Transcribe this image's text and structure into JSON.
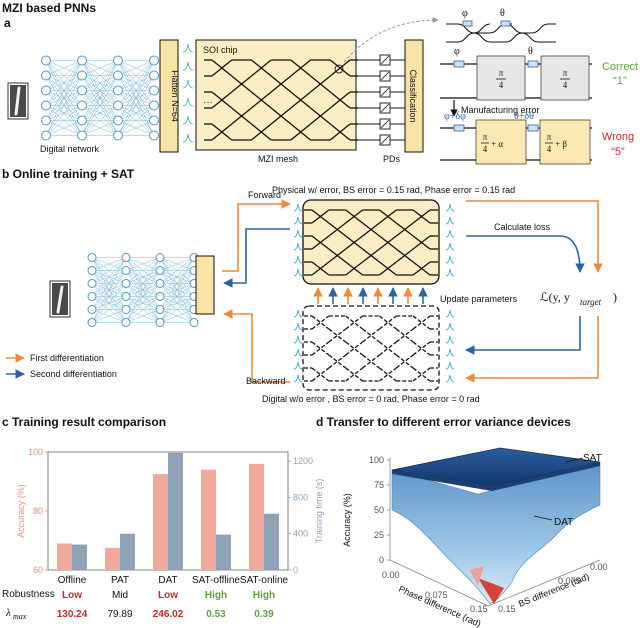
{
  "panel_titles": {
    "header": "MZI based PNNs",
    "a": "a",
    "b": "b Online training + SAT",
    "c": "c Training result comparison",
    "d": "d Transfer to different error variance devices"
  },
  "panel_a": {
    "digital_network": "Digital network",
    "flatten": "Flatten N=64",
    "soi_chip": "SOI chip",
    "mzi_mesh": "MZI mesh",
    "pds": "PDs",
    "classification": "Classification",
    "dots": "···",
    "phi": "φ",
    "theta": "θ",
    "phi_err": "φ+δφ",
    "theta_err": "θ+δθ",
    "pi4": "π",
    "four": "4",
    "alpha_term": "+ α",
    "beta_term": "+ β",
    "manufacturing_error": "Manufacturing error",
    "correct": "Correct",
    "correct_val": "“1”",
    "wrong": "Wrong",
    "wrong_val": "“5”"
  },
  "panel_b": {
    "physical": "Physical w/ error, BS error = 0.15 rad, Phase error = 0.15 rad",
    "digital": "Digital w/o error , BS error = 0 rad, Phase error = 0 rad",
    "forward": "Forward",
    "backward": "Backward",
    "calculate_loss": "Calculate loss",
    "update_parameters": "Update parameters",
    "loss": "ℒ(y, y",
    "loss_sub": "target",
    "loss_close": ")",
    "first_diff": "First differentiation",
    "second_diff": "Second differentiation"
  },
  "colors": {
    "accuracy_bar": "#f4a99d",
    "time_bar": "#8da2b7",
    "orange_arrow": "#ef8a3b",
    "blue_arrow": "#2f63a8",
    "low": "#c62828",
    "high": "#5aa53a",
    "correct": "#5aa53a",
    "wrong": "#c62828",
    "surface_sat": "#1d4d8a",
    "surface_dat": "#7fb3dc"
  },
  "chart_data": [
    {
      "type": "bar",
      "title": "",
      "categories": [
        "Offline",
        "PAT",
        "DAT",
        "SAT-offline",
        "SAT-online"
      ],
      "ylabel": "Accuracy (%)",
      "ylim": [
        60,
        100
      ],
      "yticks": [
        "60",
        "80",
        "100"
      ],
      "y2label": "Training time (s)",
      "y2lim": [
        0,
        1300
      ],
      "y2ticks": [
        "0",
        "400",
        "800",
        "1200"
      ],
      "series": [
        {
          "name": "Accuracy (%)",
          "axis": "left",
          "values": [
            69,
            67.5,
            92.5,
            94,
            96
          ]
        },
        {
          "name": "Training time (s)",
          "axis": "right",
          "values": [
            280,
            400,
            1290,
            390,
            620
          ]
        }
      ],
      "robustness_label": "Robustness",
      "lambda_label": "λ",
      "lambda_sub": "max",
      "robustness": [
        "Low",
        "Mid",
        "Low",
        "High",
        "High"
      ],
      "lambda_max": [
        "130.24",
        "79.89",
        "246.02",
        "0.53",
        "0.39"
      ],
      "grid": false
    },
    {
      "type": "surface",
      "title": "",
      "zlabel": "Accuracy (%)",
      "zticks": [
        "0",
        "25",
        "50",
        "75",
        "100"
      ],
      "xlabel": "Phase difference (rad)",
      "xticks": [
        "0.00",
        "0.075",
        "0.15"
      ],
      "ylabel": "BS difference (rad)",
      "yticks": [
        "0.00",
        "0.075",
        "0.15"
      ],
      "surfaces": [
        "SAT",
        "DAT"
      ]
    }
  ]
}
